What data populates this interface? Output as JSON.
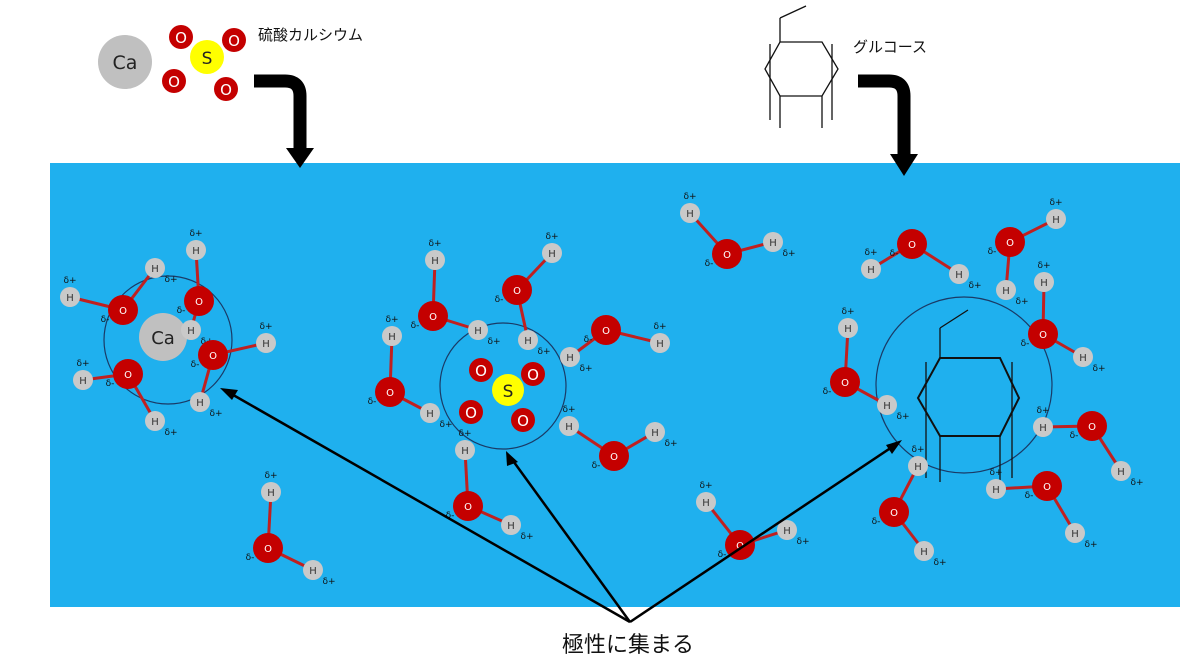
{
  "top_labels": {
    "calcium_sulfate": "硫酸カルシウム",
    "glucose": "グルコース"
  },
  "bottom_caption": "極性に集まる",
  "atoms": {
    "calcium": "Ca",
    "sulfur": "S",
    "oxygen": "O",
    "hydrogen": "H"
  },
  "charges": {
    "delta_plus": "δ+",
    "delta_minus": "δ-"
  },
  "colors": {
    "water_bg": "#1fb0ee",
    "oxygen": "#c40000",
    "hydrogen": "#c9c9c9",
    "calcium": "#c0c0c0",
    "sulfur": "#ffff00",
    "bond": "#c02020",
    "arrow": "#000000"
  }
}
